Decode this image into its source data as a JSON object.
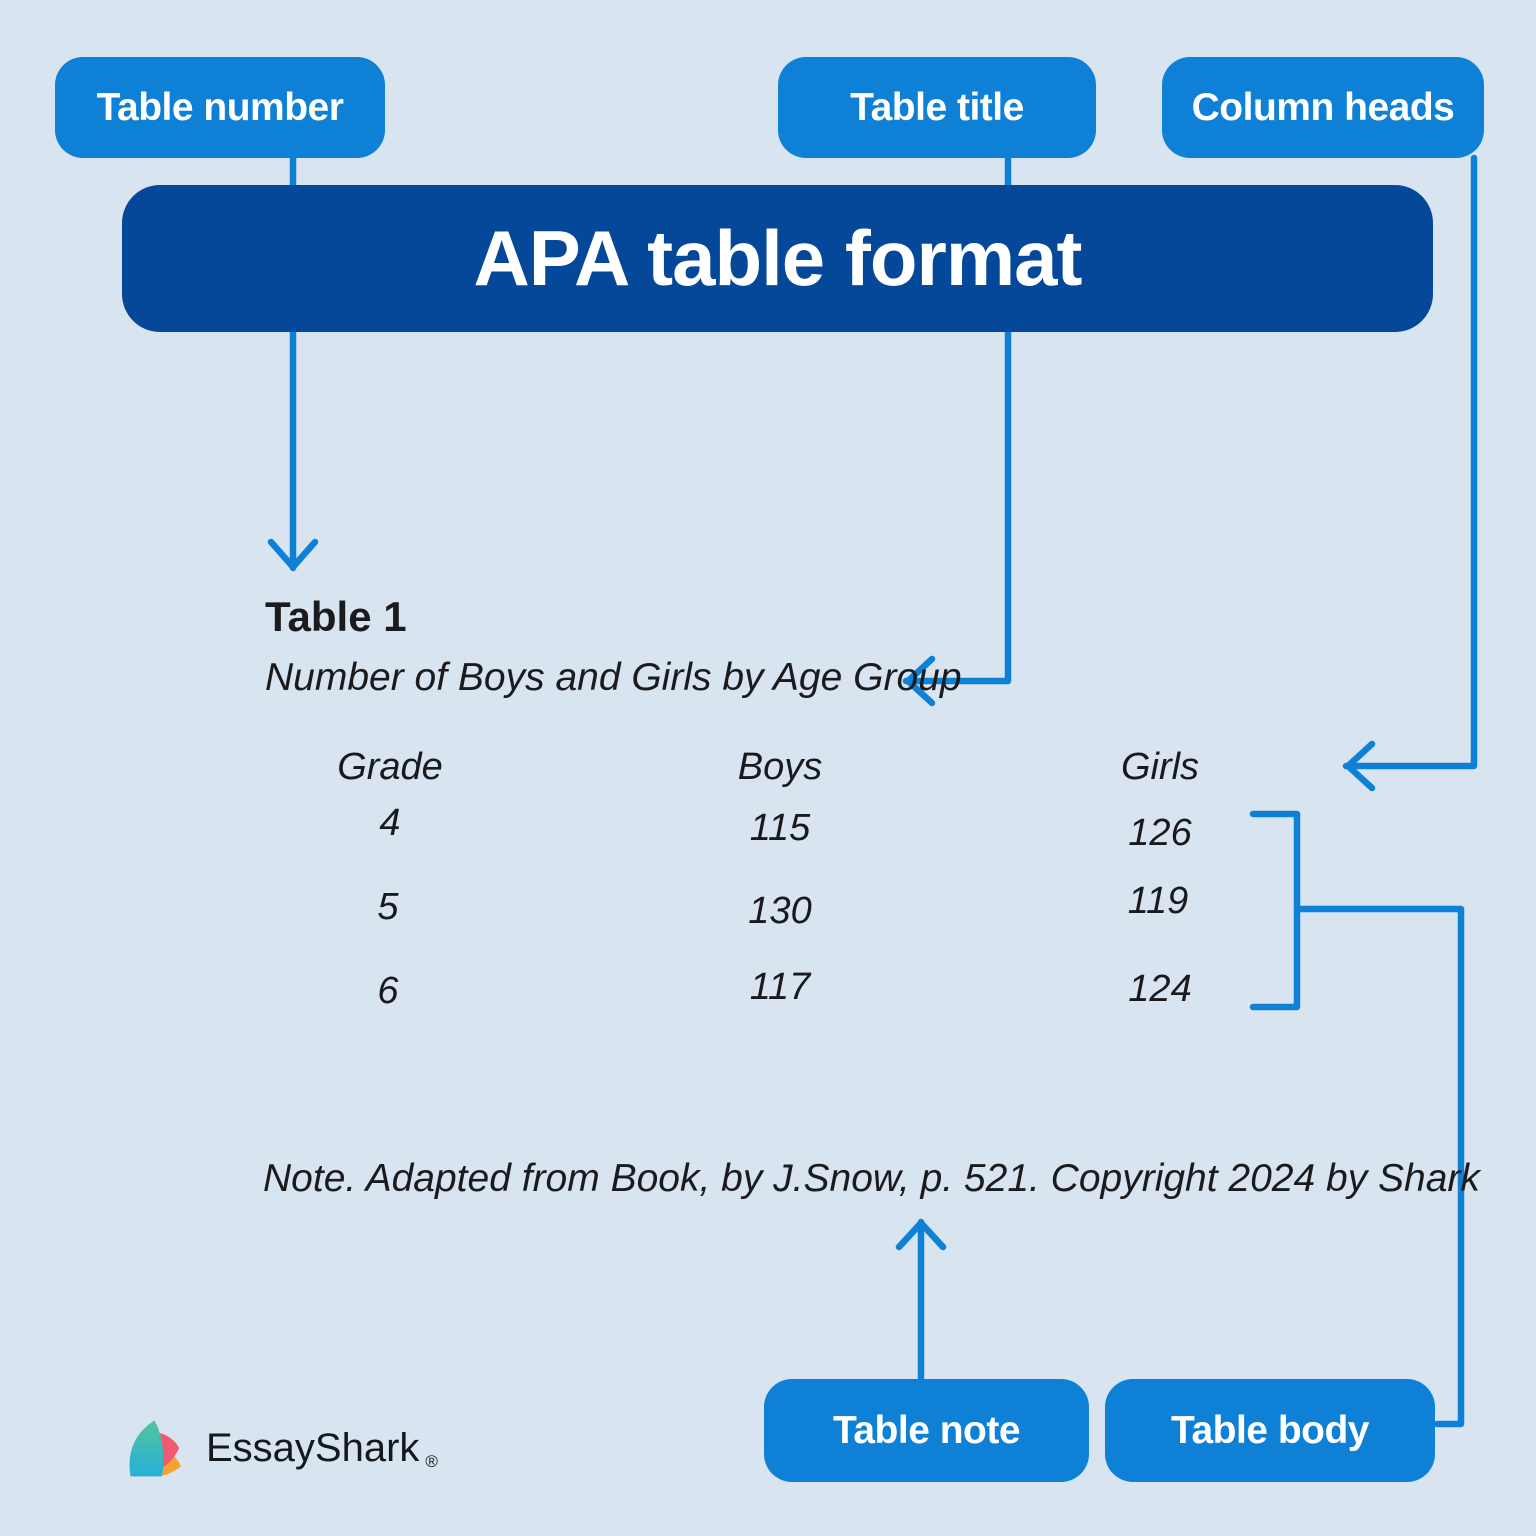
{
  "colors": {
    "background": "#d9e4f1",
    "accent_blue": "#0e81d6",
    "banner_blue": "#05489a",
    "text_dark": "#1b1b1e"
  },
  "banner": {
    "title": "APA table format"
  },
  "callouts": {
    "table_number": "Table number",
    "table_title": "Table title",
    "column_heads": "Column heads",
    "table_note": "Table note",
    "table_body": "Table body"
  },
  "document": {
    "table_number": "Table 1",
    "table_title": "Number of Boys and Girls by Age Group",
    "note": "Note. Adapted from Book, by J.Snow, p. 521. Copyright 2024 by Shark"
  },
  "table": {
    "headers": [
      "Grade",
      "Boys",
      "Girls"
    ],
    "rows": [
      [
        "4",
        "115",
        "126"
      ],
      [
        "5",
        "130",
        "119"
      ],
      [
        "6",
        "117",
        "124"
      ]
    ]
  },
  "logo": {
    "name": "EssayShark",
    "registered": "®"
  }
}
